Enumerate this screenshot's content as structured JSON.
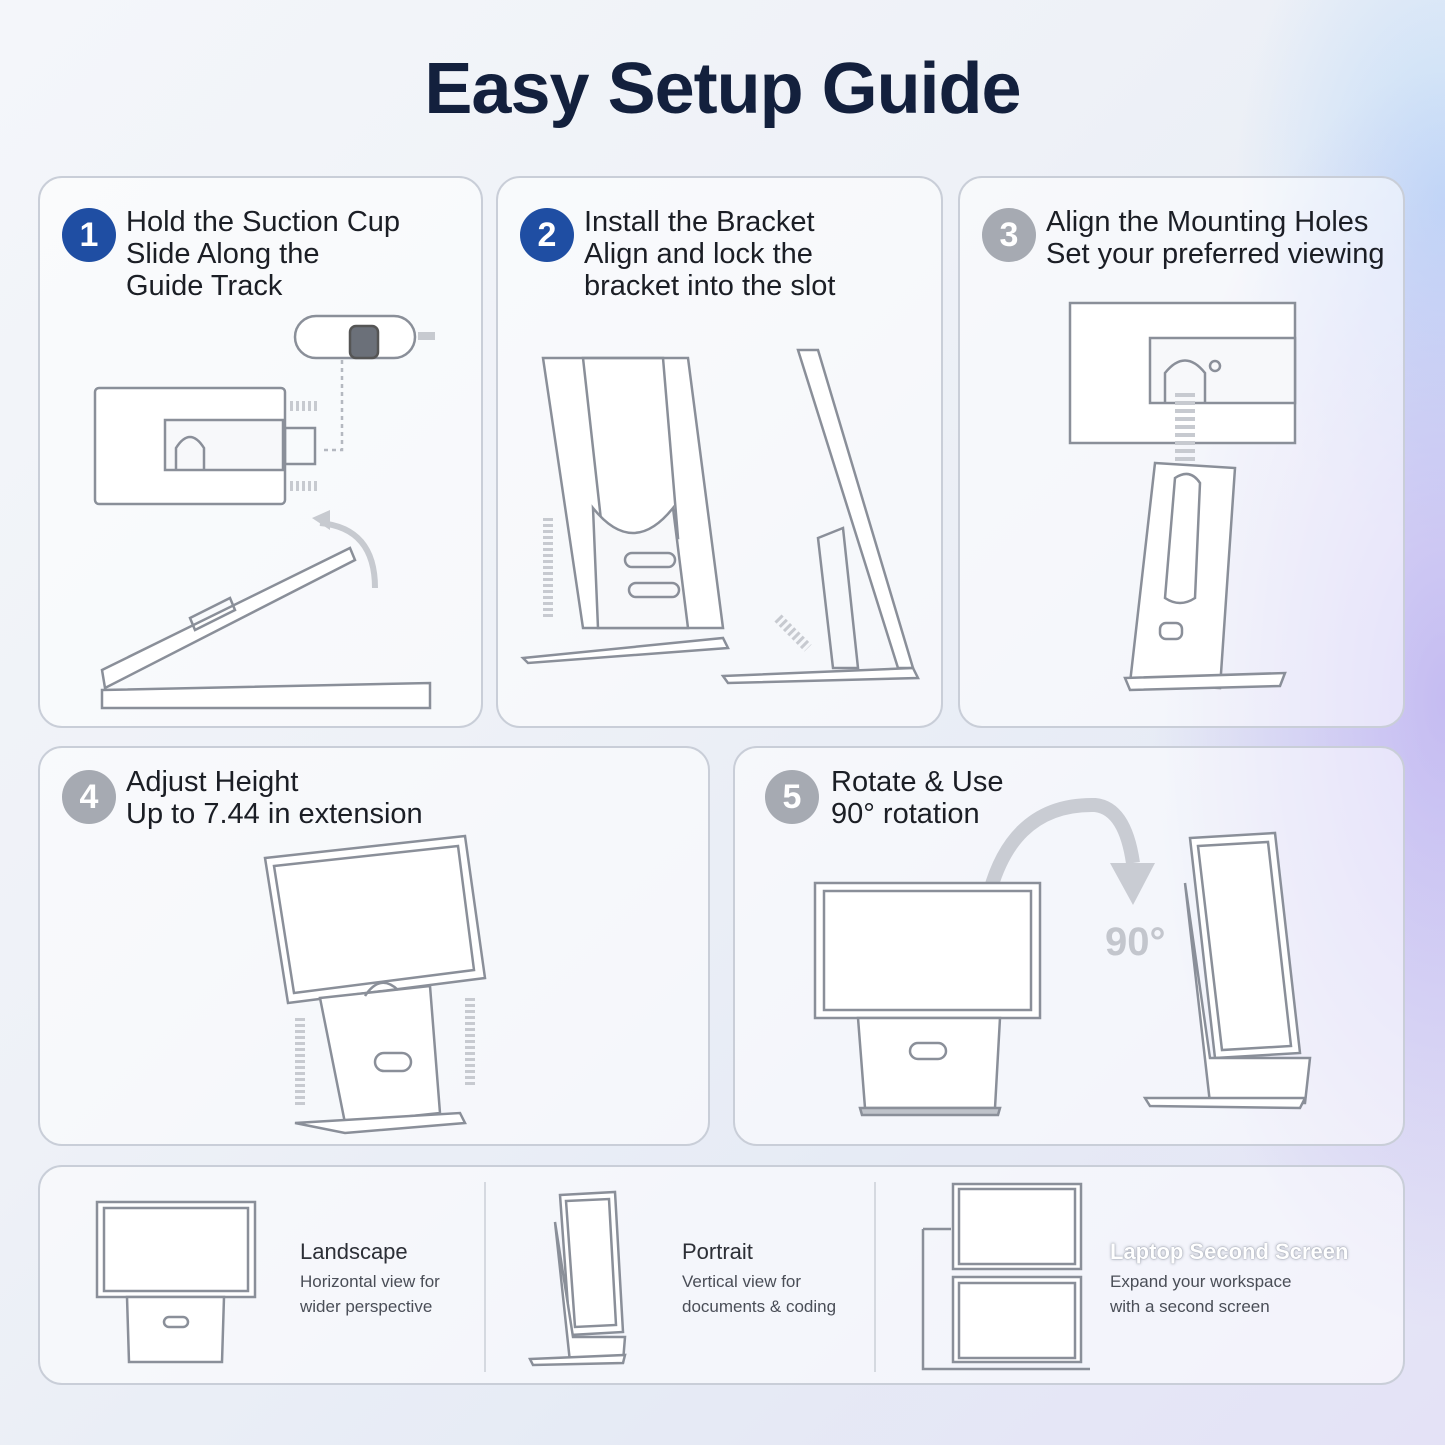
{
  "title": "Easy Setup Guide",
  "steps": [
    {
      "number": "1",
      "line1": "Hold the Suction Cup",
      "line2": "Slide Along the",
      "line3": "Guide Track"
    },
    {
      "number": "2",
      "line1": "Install the Bracket",
      "line2": "Align and lock the",
      "line3": "bracket into the slot"
    },
    {
      "number": "3",
      "line1": "Align the Mounting Holes",
      "line2": "Set your preferred viewing"
    },
    {
      "number": "4",
      "line1": "Adjust Height",
      "line2": "Up to 7.44 in extension"
    },
    {
      "number": "5",
      "line1": "Rotate & Use",
      "line2": "90° rotation",
      "rotation_label": "90°"
    }
  ],
  "modes": [
    {
      "title": "Landscape",
      "desc1": "Horizontal view for",
      "desc2": "wider perspective"
    },
    {
      "title": "Portrait",
      "desc1": "Vertical view for",
      "desc2": "documents & coding"
    },
    {
      "title": "Laptop Second Screen",
      "desc1": "Expand your workspace",
      "desc2": "with a second screen"
    }
  ],
  "colors": {
    "title": "#13203d",
    "badge_active": "#1f4ea3",
    "badge_inactive": "#a6aab2",
    "card_border": "#c9ced8"
  }
}
